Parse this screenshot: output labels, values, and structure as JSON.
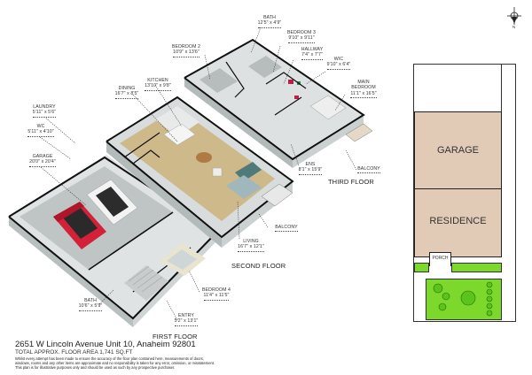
{
  "compass": {
    "label": "N"
  },
  "floors": {
    "first": {
      "title": "FIRST FLOOR"
    },
    "second": {
      "title": "SECOND FLOOR"
    },
    "third": {
      "title": "THIRD FLOOR"
    }
  },
  "rooms": {
    "garage": {
      "name": "GARAGE",
      "dims": "20'0\" x 20'4\""
    },
    "wc": {
      "name": "WC",
      "dims": "5'11\" x 4'10\""
    },
    "laundry": {
      "name": "LAUNDRY",
      "dims": "5'11\" x 5'6\""
    },
    "dining": {
      "name": "DINING",
      "dims": "16'7\" x 8'5\""
    },
    "kitchen": {
      "name": "KITCHEN",
      "dims": "13'10\" x 9'8\""
    },
    "bedroom2": {
      "name": "BEDROOM 2",
      "dims": "10'9\" x 13'6\""
    },
    "bath_top": {
      "name": "BATH",
      "dims": "12'5\" x 4'9\""
    },
    "bedroom3": {
      "name": "BEDROOM 3",
      "dims": "9'10\" x 9'11\""
    },
    "hallway": {
      "name": "HALLWAY",
      "dims": "7'4\" x 7'7\""
    },
    "wic": {
      "name": "WIC",
      "dims": "9'10\" x 6'4\""
    },
    "main_bedroom": {
      "name": "MAIN BEDROOM",
      "dims": "11'1\" x 16'5\""
    },
    "ens": {
      "name": "ENS",
      "dims": "8'1\" x 15'9\""
    },
    "balcony_third": {
      "name": "BALCONY"
    },
    "balcony_second": {
      "name": "BALCONY"
    },
    "living": {
      "name": "LIVING",
      "dims": "16'7\" x 12'1\""
    },
    "bedroom4": {
      "name": "BEDROOM 4",
      "dims": "11'4\" x 11'5\""
    },
    "entry": {
      "name": "ENTRY",
      "dims": "5'2\" x 13'1\""
    },
    "bath_first": {
      "name": "BATH",
      "dims": "10'6\" x 5'9\""
    }
  },
  "site_plan": {
    "garage": "GARAGE",
    "residence": "RESIDENCE",
    "porch": "PORCH",
    "colors": {
      "building": "#e2cbb6",
      "lawn": "#7cd82a",
      "outline": "#222222"
    }
  },
  "footer": {
    "address": "2651 W Lincoln Avenue Unit 10, Anaheim 92801",
    "area": "TOTAL APPROX. FLOOR AREA 1,741 SQ.FT",
    "disclaimer_1": "Whilst every attempt has been made to ensure the accuracy of the floor plan contained here, measurements of doors,",
    "disclaimer_2": "windows, rooms and any other items are approximate and no responsibility is taken for any error, omission, or misstatement.",
    "disclaimer_3": "This plan is for illustrative purposes only and should be used as such by any prospective purchaser."
  }
}
